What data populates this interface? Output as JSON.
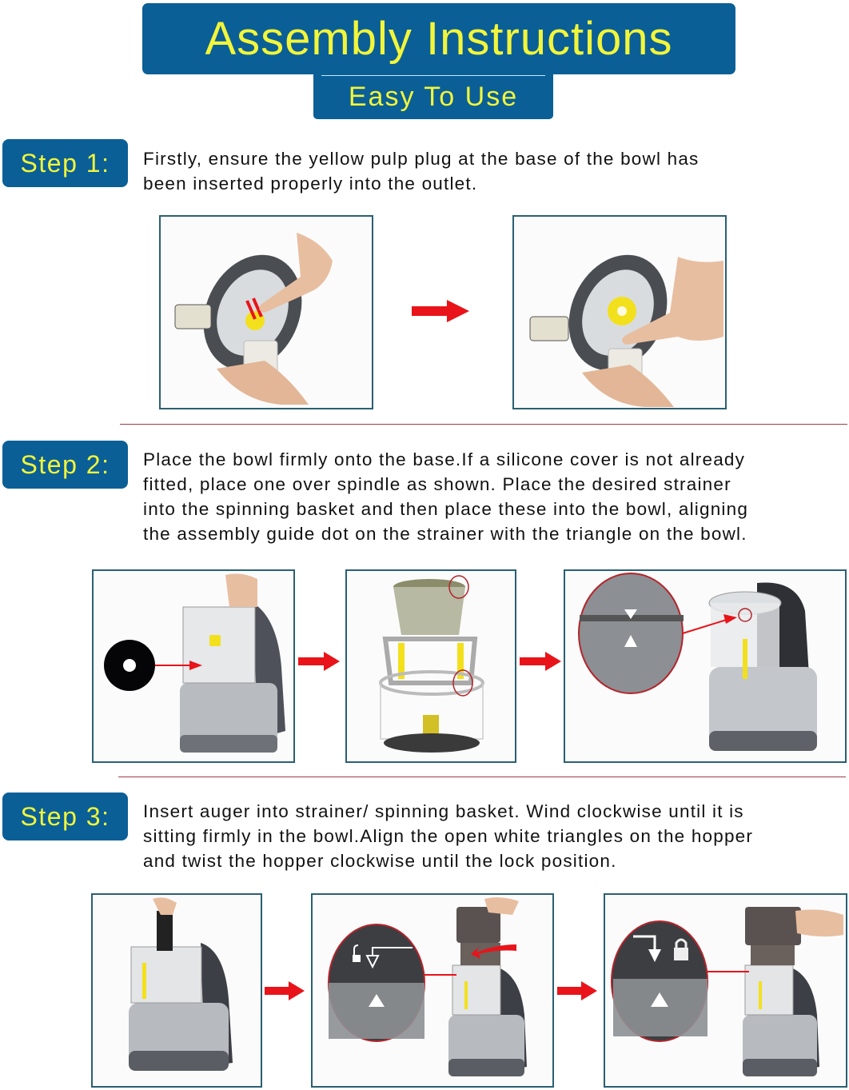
{
  "header": {
    "title": "Assembly Instructions",
    "subtitle": "Easy To Use"
  },
  "steps": [
    {
      "label": "Step 1:",
      "lines": [
        "Firstly, ensure the yellow pulp plug at the base of the bowl has",
        "been inserted properly into the outlet."
      ],
      "images": [
        "bowl-base-plug-before",
        "bowl-base-plug-inserted"
      ]
    },
    {
      "label": "Step 2:",
      "lines": [
        "Place the bowl firmly onto the base.If a silicone cover is not already",
        "fitted, place one over spindle as shown. Place the desired strainer",
        "into the spinning basket and then place these into the bowl, aligning",
        "the assembly guide dot on the strainer with the triangle on the bowl."
      ],
      "images": [
        "bowl-on-base-silicone-cover",
        "strainer-basket-exploded",
        "strainer-alignment-triangle"
      ]
    },
    {
      "label": "Step 3:",
      "lines": [
        "Insert auger into strainer/ spinning basket. Wind clockwise until it is",
        "sitting firmly in the bowl.Align the open white triangles on the hopper",
        "and twist the hopper clockwise until the lock position."
      ],
      "images": [
        "auger-insert",
        "hopper-unlock-align",
        "hopper-locked"
      ]
    }
  ],
  "colors": {
    "banner_blue": "#0a5f96",
    "banner_text_yellow": "#f2f53a",
    "arrow_red": "#e8141a",
    "divider_red": "#a03a46",
    "frame_teal": "#2a5f73"
  }
}
